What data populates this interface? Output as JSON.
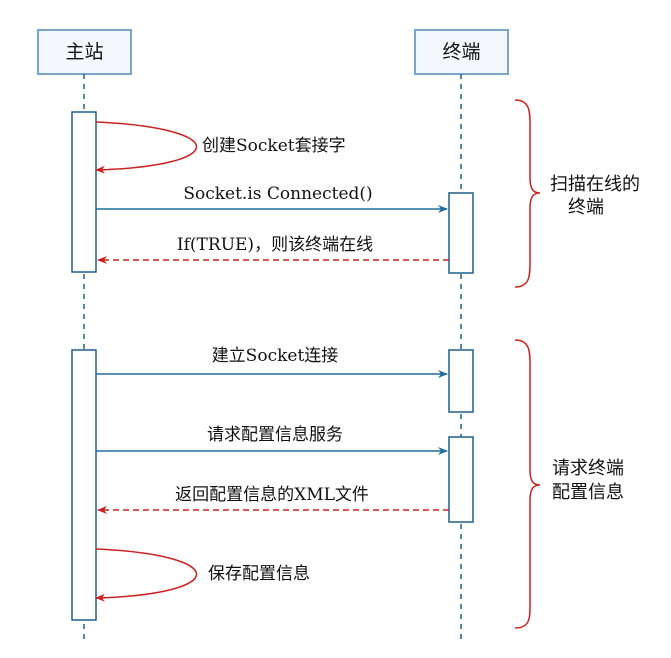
{
  "participants": {
    "left": "主站",
    "right": "终端"
  },
  "messages": {
    "m1": "创建Socket套接字",
    "m2": "Socket.is Connected()",
    "m3": "If(TRUE)，则该终端在线",
    "m4": "建立Socket连接",
    "m5": "请求配置信息服务",
    "m6": "返回配置信息的XML文件",
    "m7": "保存配置信息"
  },
  "groups": {
    "g1": {
      "line1": "扫描在线的",
      "line2": "终端"
    },
    "g2": {
      "line1": "请求终端",
      "line2": "配置信息"
    }
  },
  "colors": {
    "box_border": "#7aa6cc",
    "box_fill": "#f4f8fc",
    "lifeline": "#1f5f8b",
    "call_arrow": "#1f6f9a",
    "return_arrow": "#cc2222",
    "brace": "#cc2222"
  }
}
